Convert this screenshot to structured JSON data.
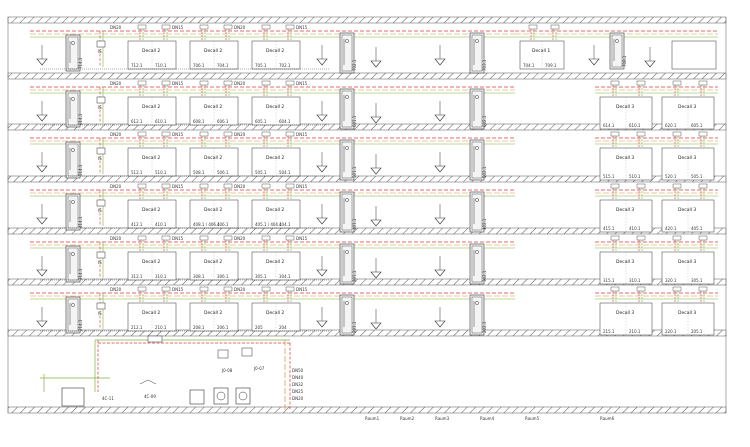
{
  "floors": [
    {
      "shower_top": "714.1",
      "shower_mid": "702.1",
      "shower_right": "703.1",
      "shower_far": "708.1",
      "units_left": [
        {
          "name": "Decall 2",
          "ids": [
            "712.1",
            "710.1"
          ]
        },
        {
          "name": "Decall 2",
          "ids": [
            "706.1",
            "704.1"
          ]
        },
        {
          "name": "Decall 2",
          "ids": [
            "705.1",
            "702.1"
          ]
        }
      ],
      "units_right": [
        {
          "name": "Decall 1",
          "ids": [
            "704.1",
            "709.1"
          ]
        }
      ],
      "right_group": "single"
    },
    {
      "shower_top": "614.1",
      "shower_mid": "601.1",
      "shower_right": "602.1",
      "units_left": [
        {
          "name": "Decall 2",
          "ids": [
            "612.1",
            "610.1"
          ]
        },
        {
          "name": "Decall 2",
          "ids": [
            "608.1",
            "606.1"
          ]
        },
        {
          "name": "Decall 2",
          "ids": [
            "605.1",
            "604.1"
          ]
        }
      ],
      "units_right": [
        {
          "name": "Decall 3",
          "ids": [
            "614.1",
            "610.1"
          ]
        },
        {
          "name": "Decall 3",
          "ids": [
            "620.1",
            "605.1"
          ]
        }
      ],
      "right_group": "double"
    },
    {
      "shower_top": "514.1",
      "shower_mid": "501.1",
      "shower_right": "502.1",
      "units_left": [
        {
          "name": "Decall 2",
          "ids": [
            "512.1",
            "510.1"
          ]
        },
        {
          "name": "Decall 2",
          "ids": [
            "508.1",
            "506.1"
          ]
        },
        {
          "name": "Decall 2",
          "ids": [
            "505.1",
            "504.1"
          ]
        }
      ],
      "units_right": [
        {
          "name": "Decall 3",
          "ids": [
            "515.1",
            "510.1"
          ]
        },
        {
          "name": "Decall 3",
          "ids": [
            "520.1",
            "505.1"
          ]
        }
      ],
      "right_group": "double"
    },
    {
      "shower_top": "414.1",
      "shower_mid": "401.1",
      "shower_right": "402.1",
      "units_left": [
        {
          "name": "Decall 2",
          "ids": [
            "412.1",
            "410.1"
          ]
        },
        {
          "name": "Decall 2",
          "ids": [
            "408.1 / 406.1",
            "406.1"
          ]
        },
        {
          "name": "Decall 2",
          "ids": [
            "405.1 / 404.1",
            "404.1"
          ]
        }
      ],
      "units_right": [
        {
          "name": "Decall 3",
          "ids": [
            "415.1",
            "410.1"
          ]
        },
        {
          "name": "Decall 3",
          "ids": [
            "420.1",
            "405.1"
          ]
        }
      ],
      "right_group": "double"
    },
    {
      "shower_top": "314.1",
      "shower_mid": "301.1",
      "shower_right": "302.1",
      "units_left": [
        {
          "name": "Decall 2",
          "ids": [
            "312.1",
            "310.1"
          ]
        },
        {
          "name": "Decall 2",
          "ids": [
            "308.1",
            "306.1"
          ]
        },
        {
          "name": "Decall 2",
          "ids": [
            "305.1",
            "304.1"
          ]
        }
      ],
      "units_right": [
        {
          "name": "Decall 3",
          "ids": [
            "315.1",
            "310.1"
          ]
        },
        {
          "name": "Decall 3",
          "ids": [
            "320.1",
            "305.1"
          ]
        }
      ],
      "right_group": "double"
    },
    {
      "shower_top": "214.1",
      "shower_mid": "201.1",
      "shower_right": "202.1",
      "units_left": [
        {
          "name": "Decall 2",
          "ids": [
            "212.1",
            "210.1"
          ]
        },
        {
          "name": "Decall 2",
          "ids": [
            "208.1",
            "206.1"
          ]
        },
        {
          "name": "Decall 2",
          "ids": [
            "205",
            "204"
          ]
        }
      ],
      "units_right": [
        {
          "name": "Decall 3",
          "ids": [
            "215.1",
            "210.1"
          ]
        },
        {
          "name": "Decall 3",
          "ids": [
            "220.1",
            "205.1"
          ]
        }
      ],
      "right_group": "double"
    }
  ],
  "pipe_tags": [
    "DN20",
    "DN15",
    "DN20",
    "DN15"
  ],
  "riser_tags": [
    "J0-08",
    "J0-07"
  ],
  "basement_labels": [
    "4C-11",
    "4C-09"
  ],
  "basement_riser_text": [
    "DN50",
    "DN40",
    "DN32",
    "DN25",
    "DN20"
  ],
  "floor_marks": [
    "Raum1",
    "Raum2",
    "Raum3",
    "Raum4",
    "Raum5",
    "Raum6"
  ],
  "colors": {
    "slab_hatch": "#555555",
    "hot_water": "#d43c3c",
    "circulation": "#e58a3a",
    "cold_water": "#7fb33d",
    "drain": "#2a2a2a",
    "fixture": "#333333"
  }
}
